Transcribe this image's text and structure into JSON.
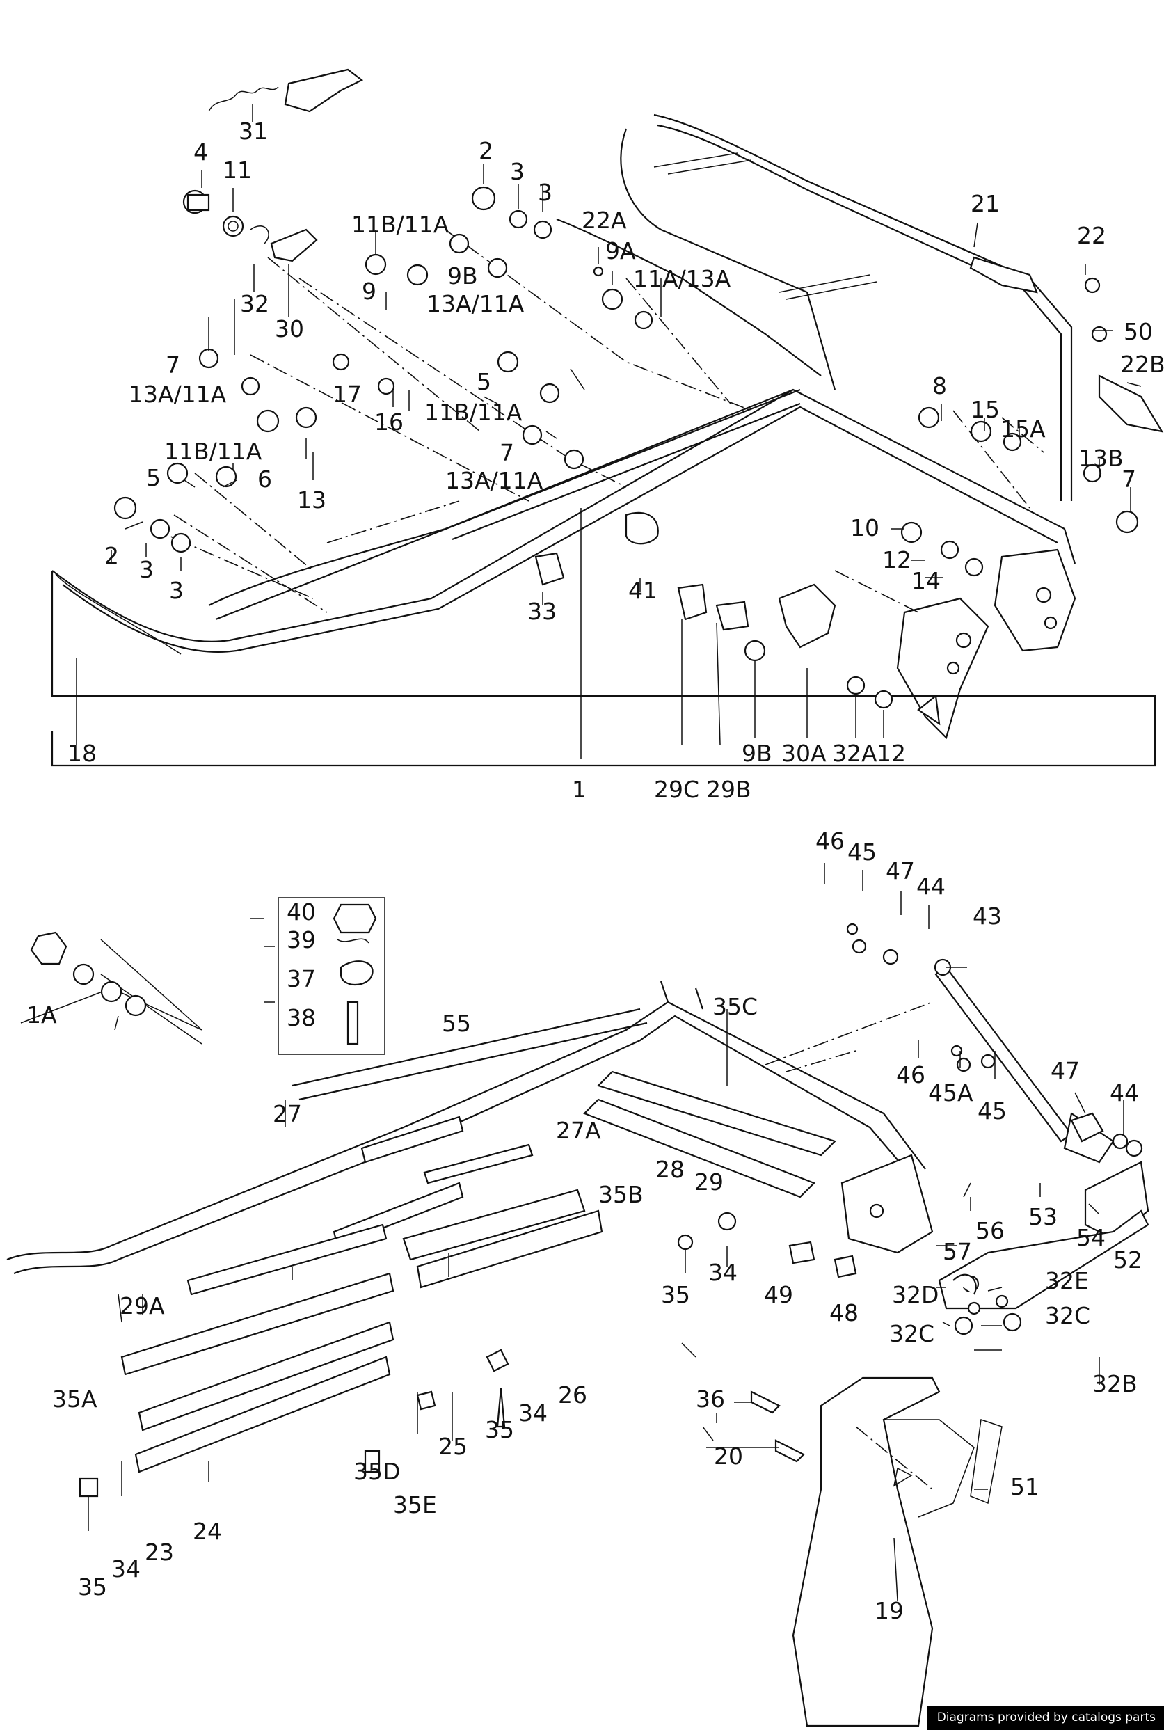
{
  "credit": "Diagrams provided by catalogs parts",
  "callouts": {
    "c31": "31",
    "c4": "4",
    "c11": "11",
    "c32": "32",
    "c30": "30",
    "c3a": "3",
    "c3b": "3",
    "c2": "2",
    "c22A": "22A",
    "c9A": "9A",
    "c11A13A": "11A/13A",
    "c11B11A_top": "11B/11A",
    "c9": "9",
    "c9B": "9B",
    "c13A11A_top": "13A/11A",
    "c21": "21",
    "c22": "22",
    "c50": "50",
    "c22B": "22B",
    "c7a": "7",
    "c13A11A_left": "13A/11A",
    "c17": "17",
    "c16": "16",
    "c5a": "5",
    "c11B11A_mid": "11B/11A",
    "c8": "8",
    "c15": "15",
    "c15A": "15A",
    "c11B11A_left": "11B/11A",
    "c6": "6",
    "c7b": "7",
    "c13A11A_mid": "13A/11A",
    "c13B": "13B",
    "c7c": "7",
    "c5b": "5",
    "c13": "13",
    "c10": "10",
    "c12a": "12",
    "c14": "14",
    "c2b": "2",
    "c3c": "3",
    "c3d": "3",
    "c33": "33",
    "c41": "41",
    "c18": "18",
    "c9B_low": "9B",
    "c30A": "30A",
    "c32A": "32A",
    "c12b": "12",
    "c1": "1",
    "c29C": "29C",
    "c29B": "29B",
    "c46a": "46",
    "c45a": "45",
    "c47a": "47",
    "c44a": "44",
    "c43": "43",
    "c40": "40",
    "c39": "39",
    "c37": "37",
    "c38": "38",
    "c1A": "1A",
    "c55": "55",
    "c35C": "35C",
    "c27": "27",
    "c27A": "27A",
    "c35B": "35B",
    "c46b": "46",
    "c45A": "45A",
    "c45b": "45",
    "c47b": "47",
    "c44b": "44",
    "c28": "28",
    "c29": "29",
    "c53": "53",
    "c54": "54",
    "c56": "56",
    "c57": "57",
    "c52": "52",
    "c35a": "35",
    "c34a": "34",
    "c49": "49",
    "c48": "48",
    "c32D": "32D",
    "c32E": "32E",
    "c32C_l": "32C",
    "c32C_r": "32C",
    "c32B": "32B",
    "c29A": "29A",
    "c25": "25",
    "c26": "26",
    "c34b": "34",
    "c35b": "35",
    "c35A": "35A",
    "c35D": "35D",
    "c35E": "35E",
    "c23": "23",
    "c24": "24",
    "c34c": "34",
    "c35c": "35",
    "c36": "36",
    "c20": "20",
    "c51": "51",
    "c19": "19"
  }
}
